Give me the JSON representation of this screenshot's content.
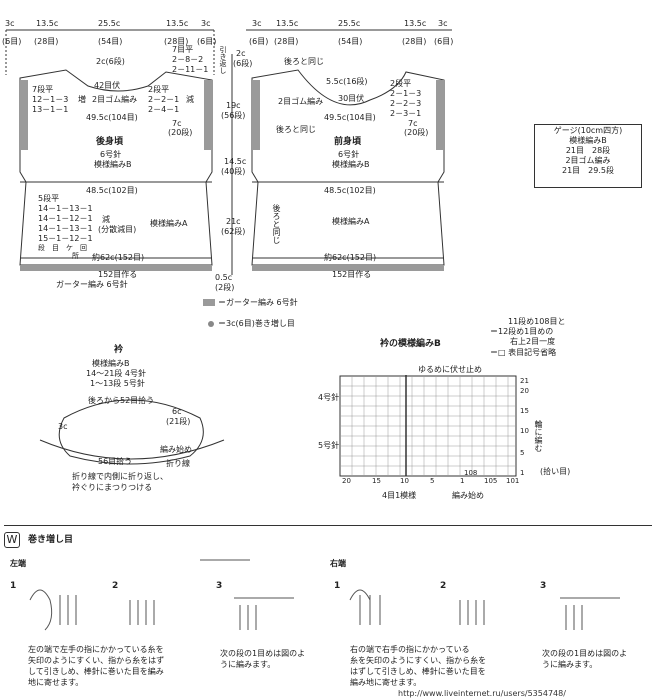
{
  "top_dims": {
    "left": [
      "3c",
      "(6目)",
      "13.5c",
      "(28目)",
      "25.5c",
      "(54目)",
      "13.5c",
      "(28目)",
      "3c",
      "(6目)"
    ],
    "right": [
      "3c",
      "(6目)",
      "13.5c",
      "(28目)",
      "25.5c",
      "(54目)",
      "13.5c",
      "(28目)",
      "3c",
      "(6目)"
    ]
  },
  "back": {
    "title": "後身頃",
    "needle": "6号針",
    "pattern": "模様編みB",
    "neck_2c": "2c(6段)",
    "neck_42": "42目伏",
    "neck_rows": [
      "7目平",
      "2－8－2",
      "2－11－1"
    ],
    "shoulder_rows": [
      "7段平",
      "12－1－3",
      "13－1－1"
    ],
    "shoulder_inc": "増",
    "rib": "2目ゴム編み",
    "armhole_rows": [
      "2段平",
      "2－2－1",
      "2－4－1"
    ],
    "armhole_dec": "減",
    "width_49": "49.5c(104目)",
    "side_7c": "7c",
    "side_20": "(20段)",
    "width_48": "48.5c(102目)",
    "dec_rows": [
      "5段平",
      "14－1－13－1",
      "14－1－12－1",
      "14－1－13－1",
      "15－1－12－1",
      "段　目　ケ　回"
    ],
    "dec_label": "減",
    "dec_note": "(分散減目)",
    "dec_note2": "所",
    "patternA": "模様編みA",
    "hem_62": "約62c(152目)",
    "cast_on": "152目作る",
    "garter": "ガーター編み 6号針"
  },
  "mid_dims": [
    "引き返し",
    "2c",
    "(6段)",
    "19c",
    "(56段)",
    "14.5c",
    "(40段)",
    "21c",
    "(62段)",
    "0.5c",
    "(2段)"
  ],
  "front": {
    "title": "前身頃",
    "needle": "6号針",
    "pattern": "模様編みB",
    "same_back": "後ろと同じ",
    "neck_55": "5.5c(16段)",
    "neck_30": "30目伏",
    "neck_rows": [
      "2段平",
      "2－1－3",
      "2－2－3",
      "2－3－1"
    ],
    "rib": "2目ゴム編み",
    "same_back2": "後ろと同じ",
    "width_49": "49.5c(104目)",
    "side_7c": "7c",
    "side_20": "(20段)",
    "width_48": "48.5c(102目)",
    "same_back3": "後ろと同じ",
    "patternA": "模様編みA",
    "hem_62": "約62c(152目)",
    "cast_on": "152目作る"
  },
  "gauge": {
    "title": "ゲージ(10cm四方)",
    "lines": [
      "模様編みB",
      "21目　28段",
      "2目ゴム編み",
      "21目　29.5段"
    ]
  },
  "legend": {
    "gray": "＝ガーター編み 6号針",
    "dot": "＝3c(6目)巻き増し目"
  },
  "collar": {
    "title": "衿",
    "lines": [
      "模様編みB",
      "14～21段 4号針",
      "1～13段 5号針"
    ],
    "pickup": "後ろから52目拾う",
    "left_3c": "3c",
    "right_6c": "6c",
    "right_21": "(21段)",
    "start": "編み始め",
    "fold": "折り線",
    "front_56": "56目拾う",
    "note1": "折り線で内側に折り返し、",
    "note2": "衿ぐりにまつりつける"
  },
  "chart": {
    "title": "衿の模様編みB",
    "note1": "11段め108目と",
    "note2": "＝12段め1目めの",
    "note3": "右上2目一度",
    "note4": "＝□ 表目記号省略",
    "bind_off": "ゆるめに伏せ止め",
    "needle4": "4号針",
    "needle5": "5号針",
    "row_nums": [
      "21",
      "20",
      "15",
      "10",
      "5",
      "1"
    ],
    "col_nums": [
      "20",
      "15",
      "10",
      "5",
      "1",
      "108",
      "105",
      "101"
    ],
    "side_note": "輪に編む",
    "pickup_note": "(拾い目)",
    "repeat": "4目1模様",
    "start": "編み始め"
  },
  "panel": {
    "title": "巻き増し目",
    "left_end": "左端",
    "right_end": "右端",
    "steps": [
      "1",
      "2",
      "3",
      "1",
      "2",
      "3"
    ],
    "text_l1": [
      "左の端で左手の指にかかっている糸を",
      "矢印のようにすくい、指から糸をはず",
      "して引きしめ、棒針に巻いた目を編み",
      "地に寄せます。"
    ],
    "text_l3": [
      "次の段の1目めは図のよ",
      "うに編みます。"
    ],
    "text_r1": [
      "右の端で右手の指にかかっている",
      "糸を矢印のようにすくい、指から糸を",
      "はずして引きしめ、棒針に巻いた目を",
      "編み地に寄せます。"
    ],
    "text_r3": [
      "次の段の1目めは図のよ",
      "うに編みます。"
    ],
    "watermark": "http://www.liveinternet.ru/users/5354748/"
  }
}
